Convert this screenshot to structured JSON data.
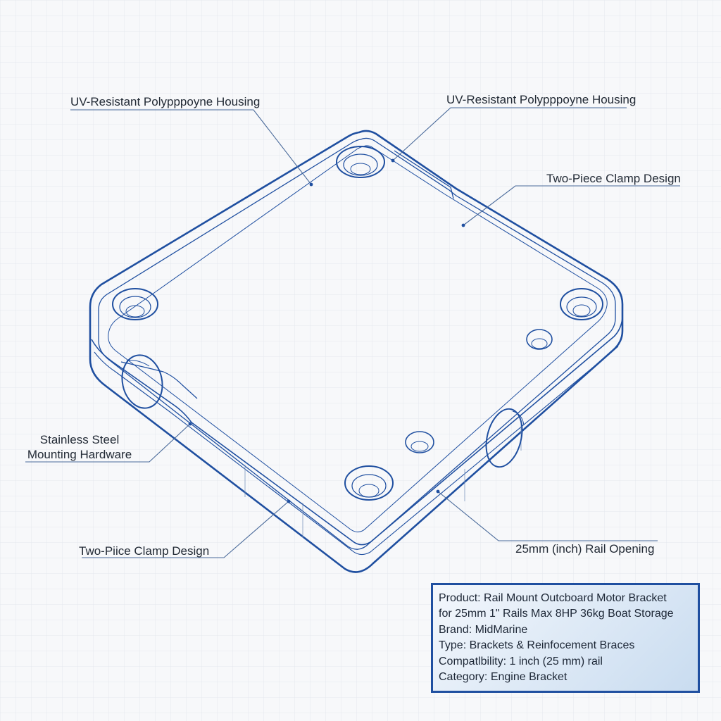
{
  "callouts": {
    "housing_left": "UV-Resistant Polypppoyne Housing",
    "housing_right": "UV-Resistant Polypppoyne Housing",
    "clamp_right": "Two-Piece Clamp Design",
    "hardware_line1": "Stainless Steel",
    "hardware_line2": "Mounting Hardware",
    "clamp_bottom": "Two-Piice Clamp Design",
    "rail_opening": "25mm (inch) Rail Opening"
  },
  "spec_box": {
    "product_line1": "Product: Rail Mount Outcboard Motor Bracket",
    "product_line2": "for 25mm 1\" Rails Max 8HP 36kg Boat Storage",
    "brand": "Brand: MidMarine",
    "type": "Type: Brackets & Reinfocement Braces",
    "compatibility": "Compatlbility: 1 inch (25 mm) rail",
    "category": "Category: Engine Bracket"
  },
  "colors": {
    "background": "#f7f8fa",
    "grid": "#e4e8ee",
    "outline": "#1f4fa0",
    "leader": "#4a6a9a",
    "text": "#222a35",
    "box_border": "#1f4fa0"
  }
}
